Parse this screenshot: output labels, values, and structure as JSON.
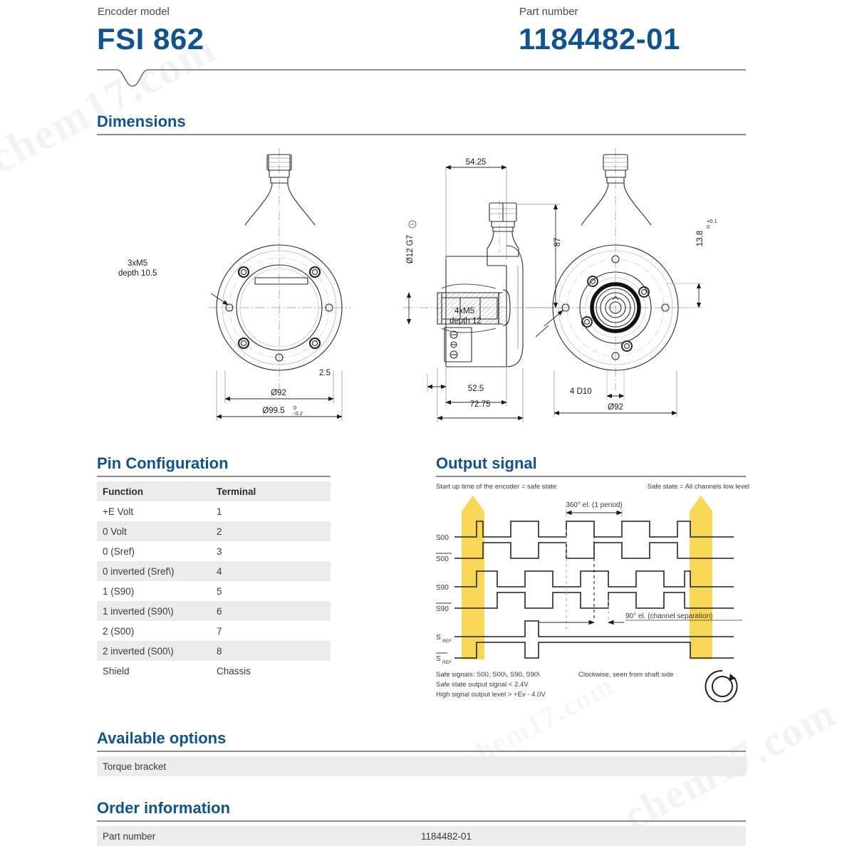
{
  "watermark": {
    "text": "chem17.com"
  },
  "header": {
    "model_label": "Encoder model",
    "model_value": "FSI 862",
    "part_label": "Part number",
    "part_value": "1184482-01",
    "accent_color": "#10538f"
  },
  "sections": {
    "dimensions": "Dimensions",
    "pin_configuration": "Pin Configuration",
    "output_signal": "Output signal",
    "available_options": "Available options",
    "order_information": "Order information"
  },
  "dimensions_drawing": {
    "left_view": {
      "callout": "3xM5\ndepth 10.5",
      "callout_line1": "3xM5",
      "callout_line2": "depth 10.5",
      "dim_outer": "Ø92",
      "dim_flange": "Ø99.5",
      "dim_flange_tol_upper": "0",
      "dim_flange_tol_lower": "-0.2"
    },
    "side_view": {
      "dim_top": "54.25",
      "dim_height": "87",
      "dim_bore": "Ø12 G7",
      "dim_small": "2.5",
      "dim_mid": "52.5",
      "dim_total": "72.75",
      "callout_line1": "4xM5",
      "callout_line2": "depth 12"
    },
    "right_view": {
      "dim_key": "13.8",
      "dim_key_tol_upper": "+0.1",
      "dim_key_tol_lower": "0",
      "dim_slot": "4 D10",
      "dim_outer": "Ø92"
    }
  },
  "pin_table": {
    "columns": [
      "Function",
      "Terminal"
    ],
    "rows": [
      {
        "function": "+E Volt",
        "terminal": "1"
      },
      {
        "function": "0 Volt",
        "terminal": "2"
      },
      {
        "function": "0 (Sref)",
        "terminal": "3"
      },
      {
        "function": "0 inverted (Sref\\)",
        "terminal": "4"
      },
      {
        "function": "1 (S90)",
        "terminal": "5"
      },
      {
        "function": "1 inverted (S90\\)",
        "terminal": "6"
      },
      {
        "function": "2 (S00)",
        "terminal": "7"
      },
      {
        "function": "2 inverted (S00\\)",
        "terminal": "8"
      },
      {
        "function": "Shield",
        "terminal": "Chassis"
      }
    ]
  },
  "output_signal": {
    "note_left": "Start up time of the encoder = safe state",
    "note_right": "Safe state = All channels low level",
    "annotation_period": "360° el. (1 period)",
    "annotation_separation": "90° el. (channel separation)",
    "channel_labels": [
      "S00",
      "S00",
      "S90",
      "S90",
      "S",
      "S"
    ],
    "channel_sub": [
      "",
      "",
      "",
      "",
      "REF",
      "REF"
    ],
    "footnotes": [
      "Safe signals: S00, S00\\, S90, S90\\",
      "Safe state output signal < 2.4V",
      "High signal output level > +Ev - 4.0V"
    ],
    "rotation_note": "Clockwise, seen from shaft side",
    "safe_band_color": "#f8d757",
    "trace_color": "#3c3c3c"
  },
  "available_options": {
    "rows": [
      {
        "name": "Torque bracket"
      }
    ]
  },
  "order_information": {
    "rows": [
      {
        "label": "Part number",
        "value": "1184482-01"
      }
    ]
  }
}
